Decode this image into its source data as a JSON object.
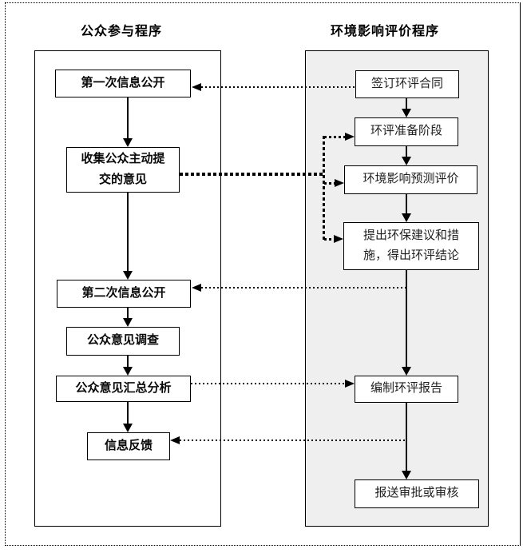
{
  "left_column": {
    "title": "公众参与程序",
    "boxes": [
      {
        "label": "第一次信息公开"
      },
      {
        "label": "收集公众主动提\n交的意见"
      },
      {
        "label": "第二次信息公开"
      },
      {
        "label": "公众意见调查"
      },
      {
        "label": "公众意见汇总分析"
      },
      {
        "label": "信息反馈"
      }
    ]
  },
  "right_column": {
    "title": "环境影响评价程序",
    "boxes": [
      {
        "label": "签订环评合同"
      },
      {
        "label": "环评准备阶段"
      },
      {
        "label": "环境影响预测评价"
      },
      {
        "label": "提出环保建议和措\n施，得出环评结论"
      },
      {
        "label": "编制环评报告"
      },
      {
        "label": "报送审批或审核"
      }
    ]
  },
  "colors": {
    "right_panel_background": "#efefef",
    "left_panel_background": "#ffffff",
    "line_color": "#000000"
  }
}
